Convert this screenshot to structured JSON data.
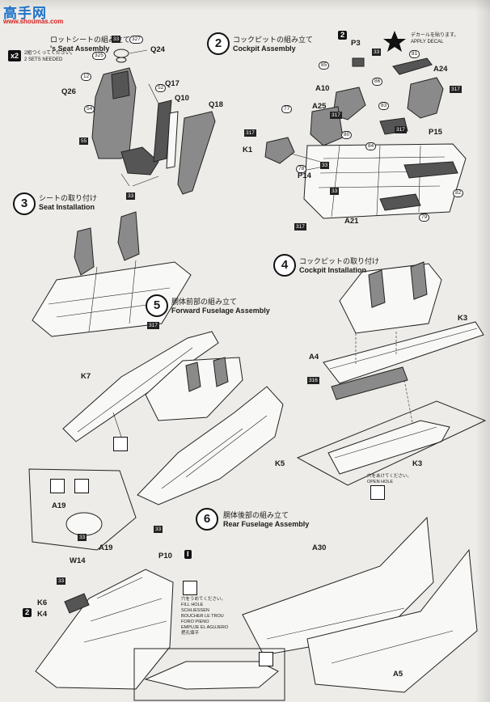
{
  "watermark": {
    "site": "高手网",
    "domain": "www.shoumas.com"
  },
  "steps": {
    "s1": {
      "jp": "ロットシートの組み立て",
      "en": "'s Seat Assembly",
      "note_jp": "2組つくってください。",
      "note_en": "2 SETS NEEDED",
      "multiplier": "x2"
    },
    "s2": {
      "num": "2",
      "jp": "コックピットの組み立て",
      "en": "Cockpit Assembly",
      "decal_jp": "デカールを貼ります。",
      "decal_en": "APPLY DECAL"
    },
    "s3": {
      "num": "3",
      "jp": "シートの取り付け",
      "en": "Seat Installation"
    },
    "s4": {
      "num": "4",
      "jp": "コックピットの取り付け",
      "en": "Cockpit Installation",
      "open_jp": "穴をあけてください。",
      "open_en": "OPEN HOLE"
    },
    "s5": {
      "num": "5",
      "jp": "胴体前部の組み立て",
      "en": "Forward Fuselage Assembly"
    },
    "s6": {
      "num": "6",
      "jp": "胴体後部の組み立て",
      "en": "Rear Fuselage Assembly",
      "fill_note": [
        "穴をうめてください。",
        "FILL HOLE",
        "SCHLIESSEN",
        "BOUCHER LE TROU",
        "FORO PIENO",
        "EMPUJE EL AGUJERO",
        "把孔填平"
      ]
    }
  },
  "parts": {
    "q24": "Q24",
    "q26": "Q26",
    "q17": "Q17",
    "q10": "Q10",
    "q18": "Q18",
    "p3": "P3",
    "a24": "A24",
    "a10": "A10",
    "a25": "A25",
    "p15": "P15",
    "k1": "K1",
    "p14": "P14",
    "a21": "A21",
    "k3a": "K3",
    "a4": "A4",
    "k7": "K7",
    "k5": "K5",
    "k3b": "K3",
    "a19a": "A19",
    "a19b": "A19",
    "p10": "P10",
    "w14": "W14",
    "k6": "K6",
    "k4": "K4",
    "a30": "A30",
    "a5": "A5",
    "sub_p10": "I",
    "sub_k4": "2",
    "sub_p3": "2"
  },
  "numbers": {
    "n33a": "33",
    "n327": "327",
    "n325": "325",
    "n12": "12",
    "n52": "52",
    "n54": "54",
    "n55": "55",
    "n33b": "33",
    "n33c": "33",
    "n85": "85",
    "n86": "86",
    "n81": "81",
    "n317a": "317",
    "n77": "77",
    "n317b": "317",
    "n80": "80",
    "n317c": "317",
    "n317d": "317",
    "n84": "84",
    "n78": "78",
    "n33d": "33",
    "n83": "83",
    "n33e": "33",
    "n82": "82",
    "n79": "79",
    "n317e": "317",
    "n317f": "317",
    "n316": "316",
    "n33f": "33",
    "n33g": "33",
    "n33h": "33"
  }
}
